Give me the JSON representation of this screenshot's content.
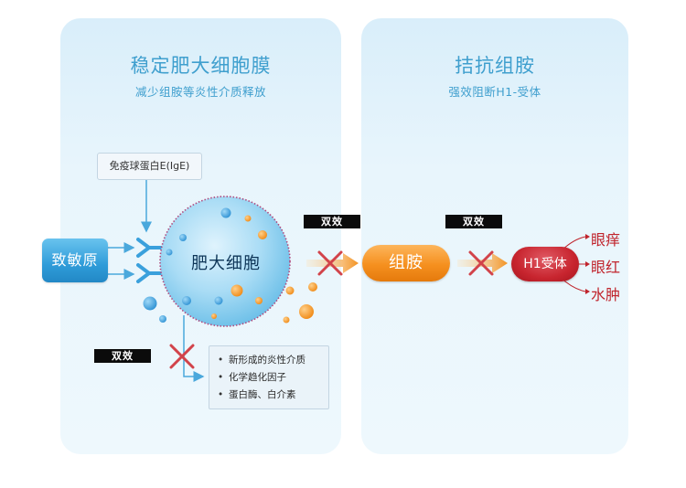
{
  "colors": {
    "panel_title": "#3f9fce",
    "allergen_fill": "#2f9cd9",
    "histamine_fill": "#f5901f",
    "receptor_fill": "#c8252f",
    "symptom_text": "#c0242c",
    "badge_fill": "#0b0b0b",
    "block_mark": "#d2434a"
  },
  "left_panel": {
    "title": "稳定肥大细胞膜",
    "subtitle": "减少组胺等炎性介质释放"
  },
  "right_panel": {
    "title": "拮抗组胺",
    "subtitle": "强效阻断H1-受体"
  },
  "ige_label": "免疫球蛋白E(IgE)",
  "allergen_label": "致敏原",
  "mast_cell_label": "肥大细胞",
  "histamine_label": "组胺",
  "h1_receptor_label": "H1受体",
  "badges": [
    "双效",
    "双效",
    "双效"
  ],
  "symptoms": [
    "眼痒",
    "眼红",
    "水肿"
  ],
  "mediators": [
    "新形成的炎性介质",
    "化学趋化因子",
    "蛋白酶、白介素"
  ],
  "mediator_bullet": "•"
}
